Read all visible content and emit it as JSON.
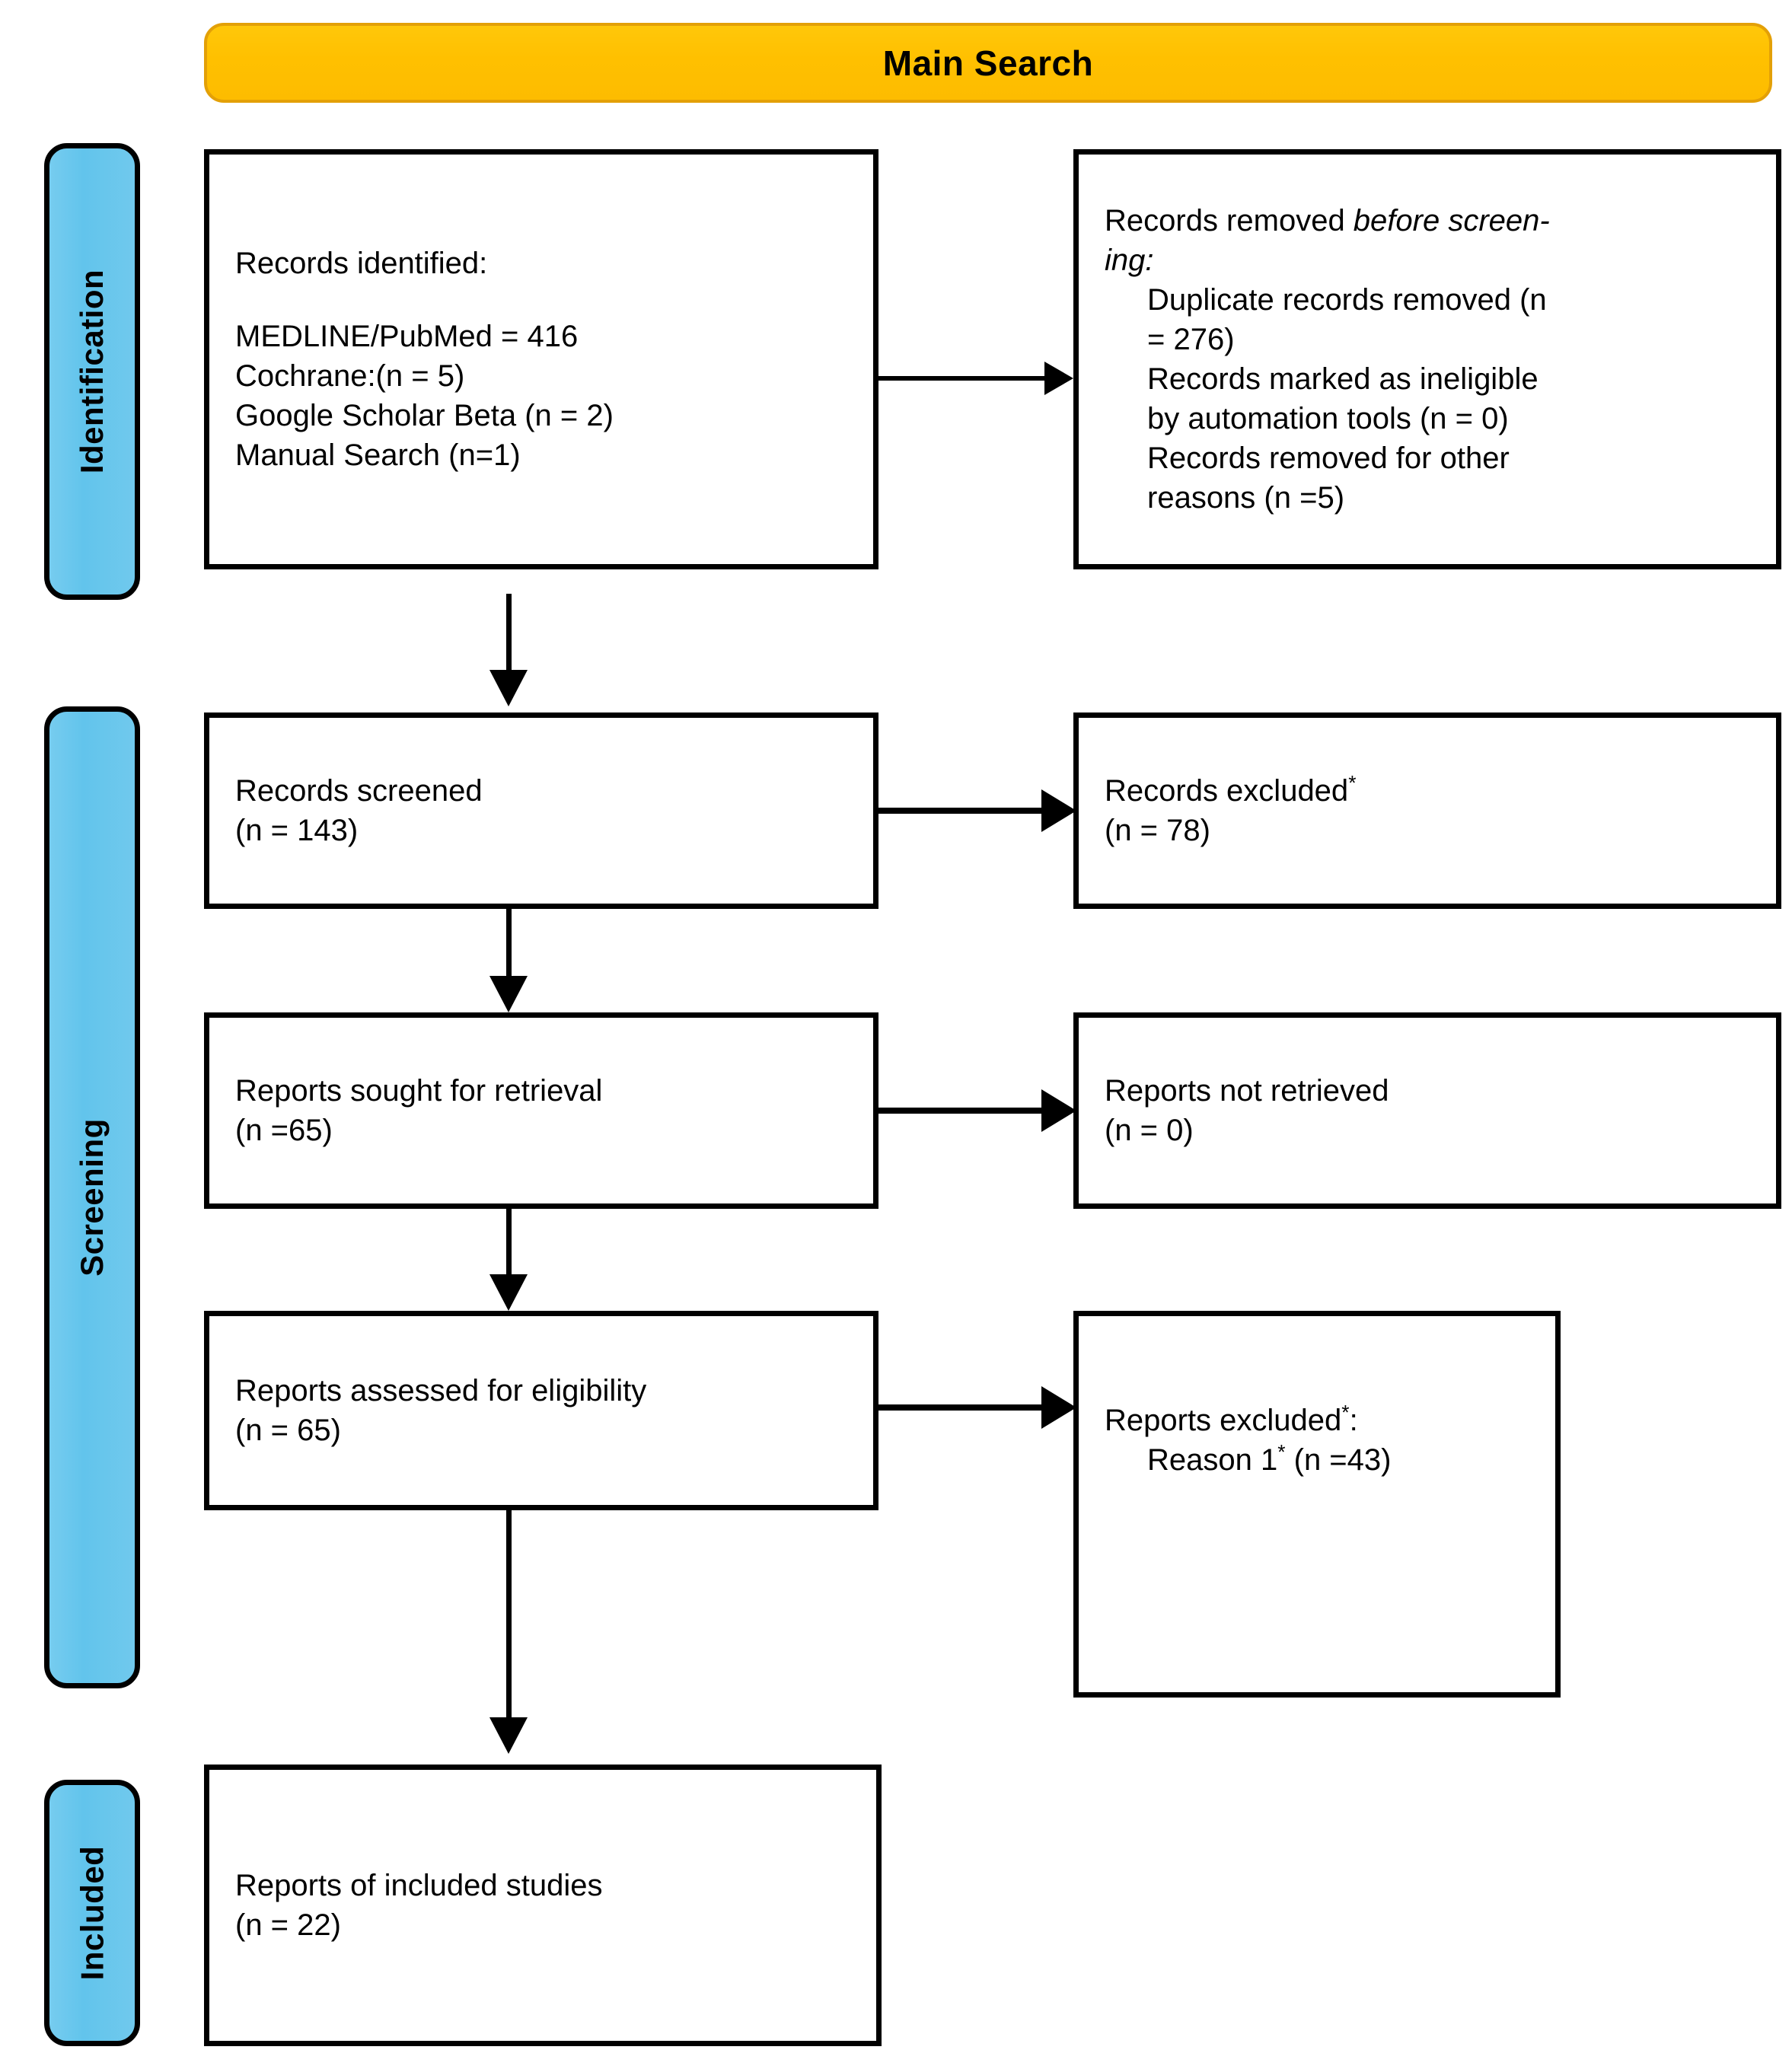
{
  "banner": {
    "title": "Main Search",
    "color": "#FFC000",
    "border_color": "#E3A007"
  },
  "phases": [
    {
      "id": "identification",
      "label": "Identification"
    },
    {
      "id": "screening",
      "label": "Screening"
    },
    {
      "id": "included",
      "label": "Included"
    }
  ],
  "phase_color": "#6DC8EF",
  "boxes": {
    "identified": {
      "heading": "Records identified:",
      "lines": [
        "MEDLINE/PubMed = 416",
        "Cochrane:(n = 5)",
        "Google Scholar Beta (n = 2)",
        "Manual Search (n=1)"
      ]
    },
    "removed": {
      "heading_prefix": "Records removed ",
      "heading_italic": "before screen-\ning",
      "heading_suffix": ":",
      "items": [
        "Duplicate records removed (n\n= 276)",
        "Records marked as ineligible\nby automation tools (n = 0)",
        "Records removed for other\nreasons (n =5)"
      ]
    },
    "screened": {
      "line1": "Records screened",
      "line2": "(n = 143)"
    },
    "excluded": {
      "line1": "Records excluded",
      "line1_sup": "*",
      "line2": "(n = 78)"
    },
    "sought": {
      "line1": "Reports sought for retrieval",
      "line2": "(n =65)"
    },
    "not_retrieved": {
      "line1": "Reports not retrieved",
      "line2": "(n = 0)"
    },
    "assessed": {
      "line1": "Reports assessed for eligibility",
      "line2": "(n = 65)"
    },
    "reports_excluded": {
      "line1": "Reports excluded",
      "line1_sup": "*",
      "line1_suffix": ":",
      "reason": "Reason 1",
      "reason_sup": "*",
      "reason_suffix": " (n =43)"
    },
    "included": {
      "line1": "Reports of included studies",
      "line2": "(n = 22)"
    }
  }
}
